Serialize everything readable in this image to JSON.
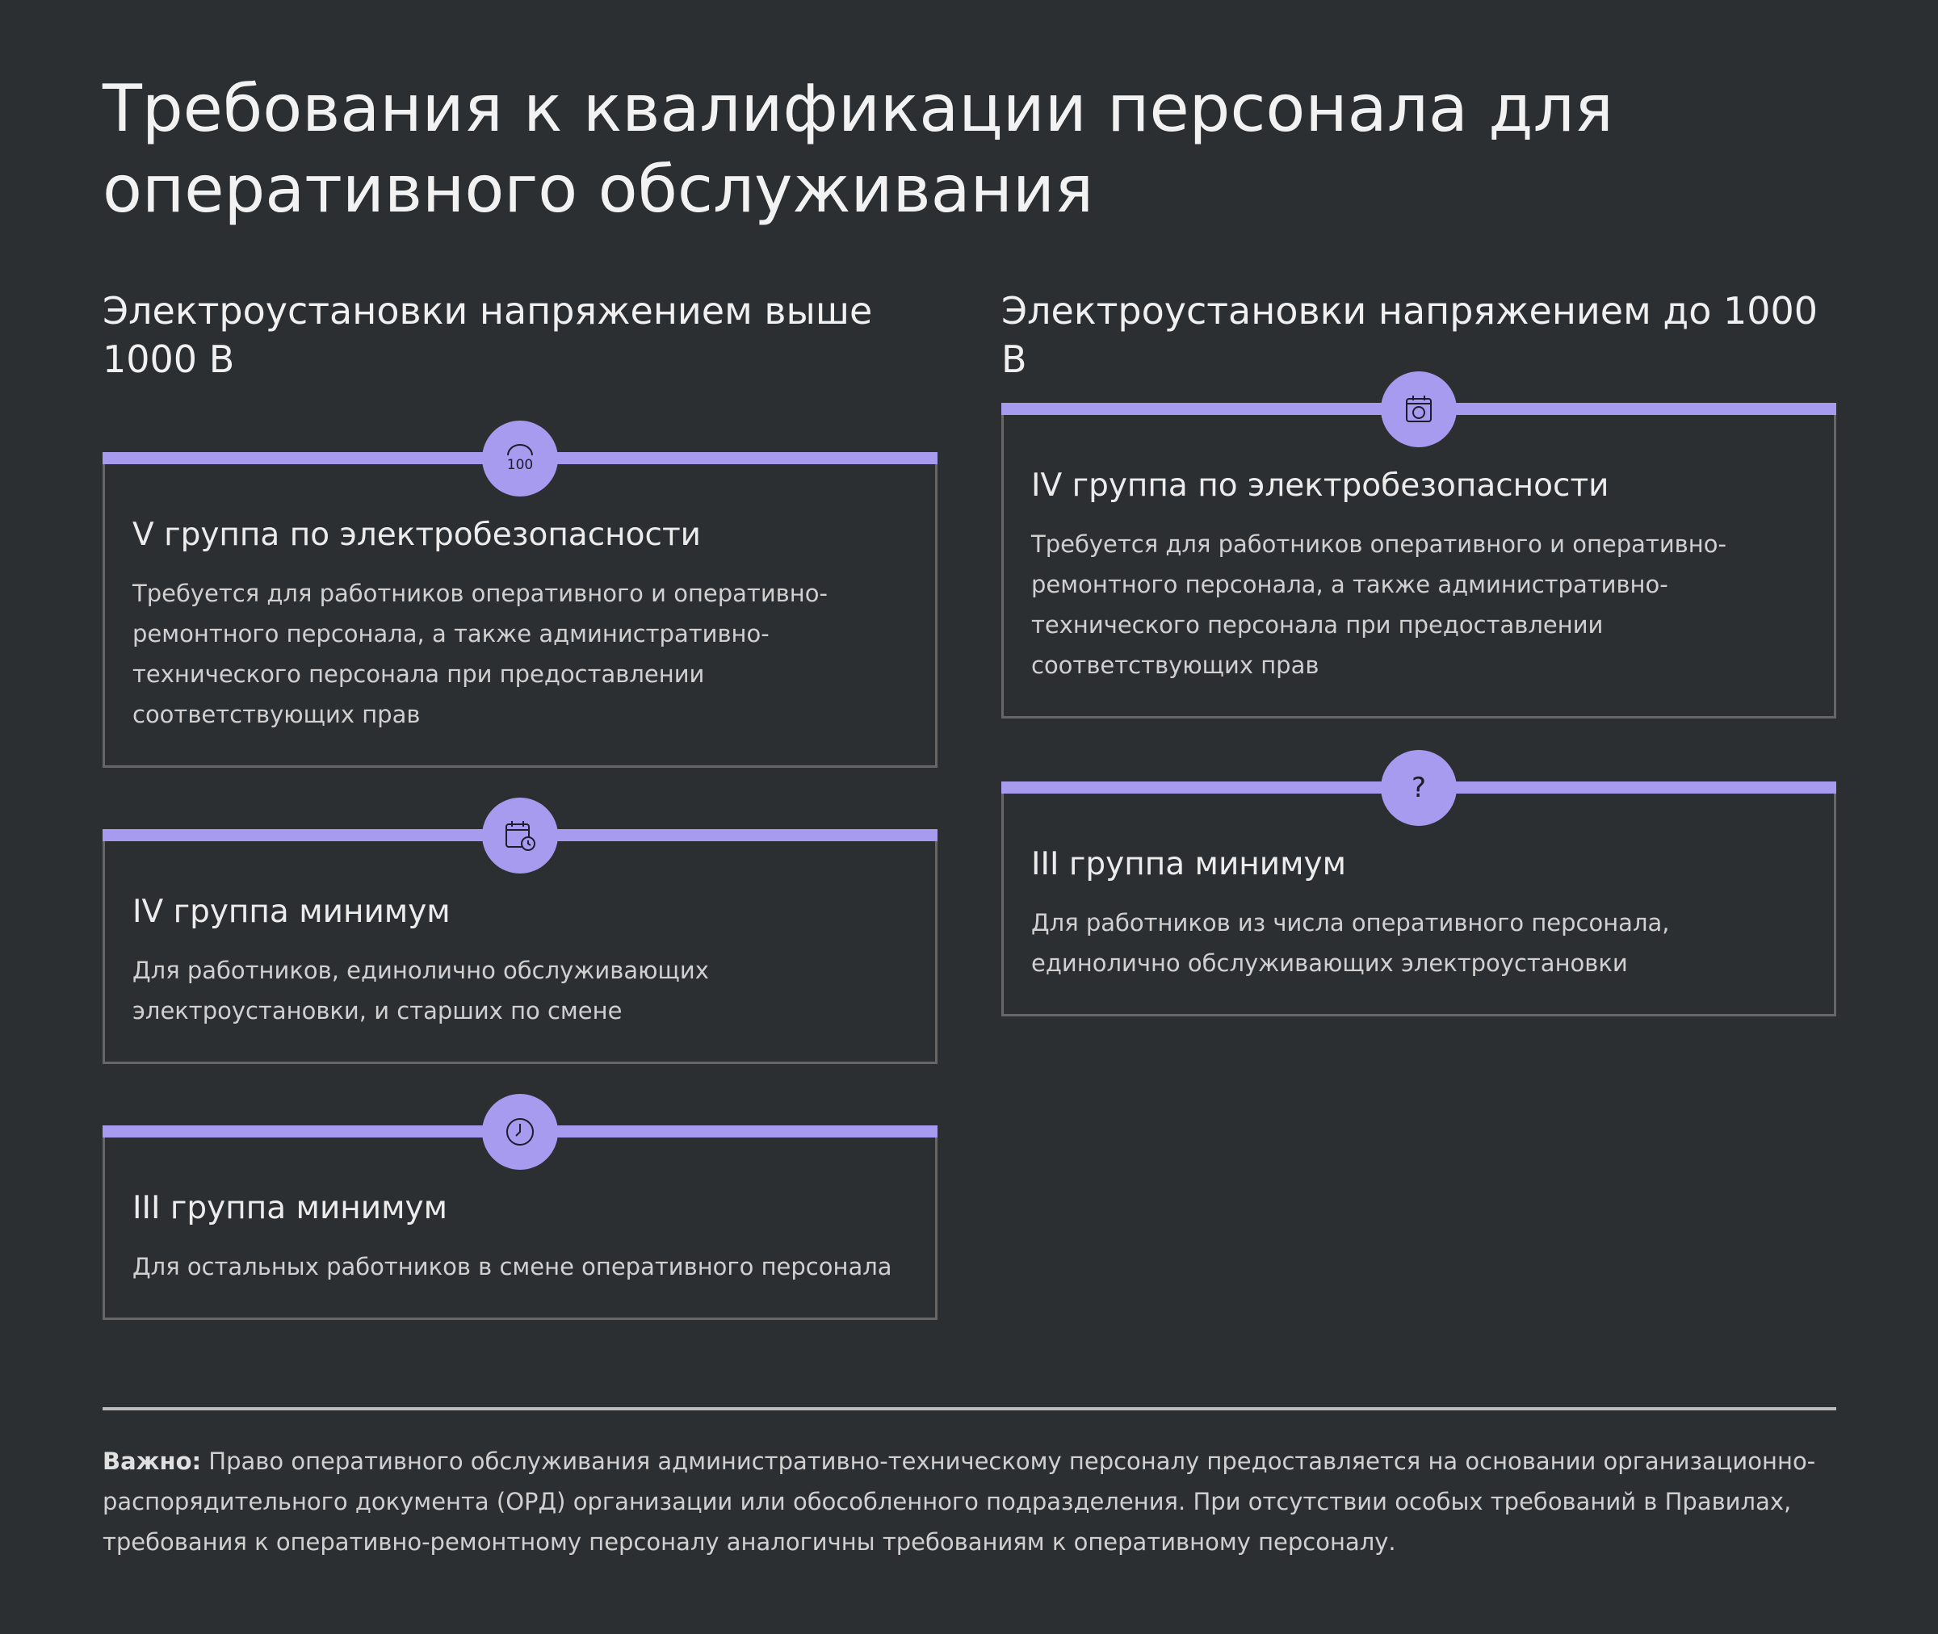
{
  "title": "Требования к квалификации персонала для оперативного обслуживания",
  "columns": [
    {
      "heading": "Электроустановки напряжением выше 1000 В",
      "cards": [
        {
          "icon": "gauge-100-icon",
          "icon_text": "100",
          "title": "V группа по электробезопасности",
          "text": "Требуется для работников оперативного и оперативно-ремонтного персонала, а также административно-технического персонала при предоставлении соответствующих прав"
        },
        {
          "icon": "calendar-clock-icon",
          "title": "IV группа минимум",
          "text": "Для работников, единолично обслуживающих электроустановки, и старших по смене"
        },
        {
          "icon": "clock-icon",
          "title": "III группа минимум",
          "text": "Для остальных работников в смене оперативного персонала"
        }
      ]
    },
    {
      "heading": "Электроустановки напряжением до 1000 В",
      "cards": [
        {
          "icon": "calendar-circle-icon",
          "title": "IV группа по электробезопасности",
          "text": "Требуется для работников оперативного и оперативно-ремонтного персонала, а также административно-технического персонала при предоставлении соответствующих прав"
        },
        {
          "icon": "question-icon",
          "icon_text": "?",
          "title": "III группа минимум",
          "text": "Для работников из числа оперативного персонала, единолично обслуживающих электроустановки"
        }
      ]
    }
  ],
  "note": {
    "label": "Важно:",
    "text": " Право оперативного обслуживания административно-техническому персоналу предоставляется на основании организационно-распорядительного документа (ОРД) организации или обособленного подразделения. При отсутствии особых требований в Правилах, требования к оперативно-ремонтному персоналу аналогичны требованиям к оперативному персоналу."
  },
  "colors": {
    "accent": "#a79bf0",
    "background": "#2c2f31"
  }
}
